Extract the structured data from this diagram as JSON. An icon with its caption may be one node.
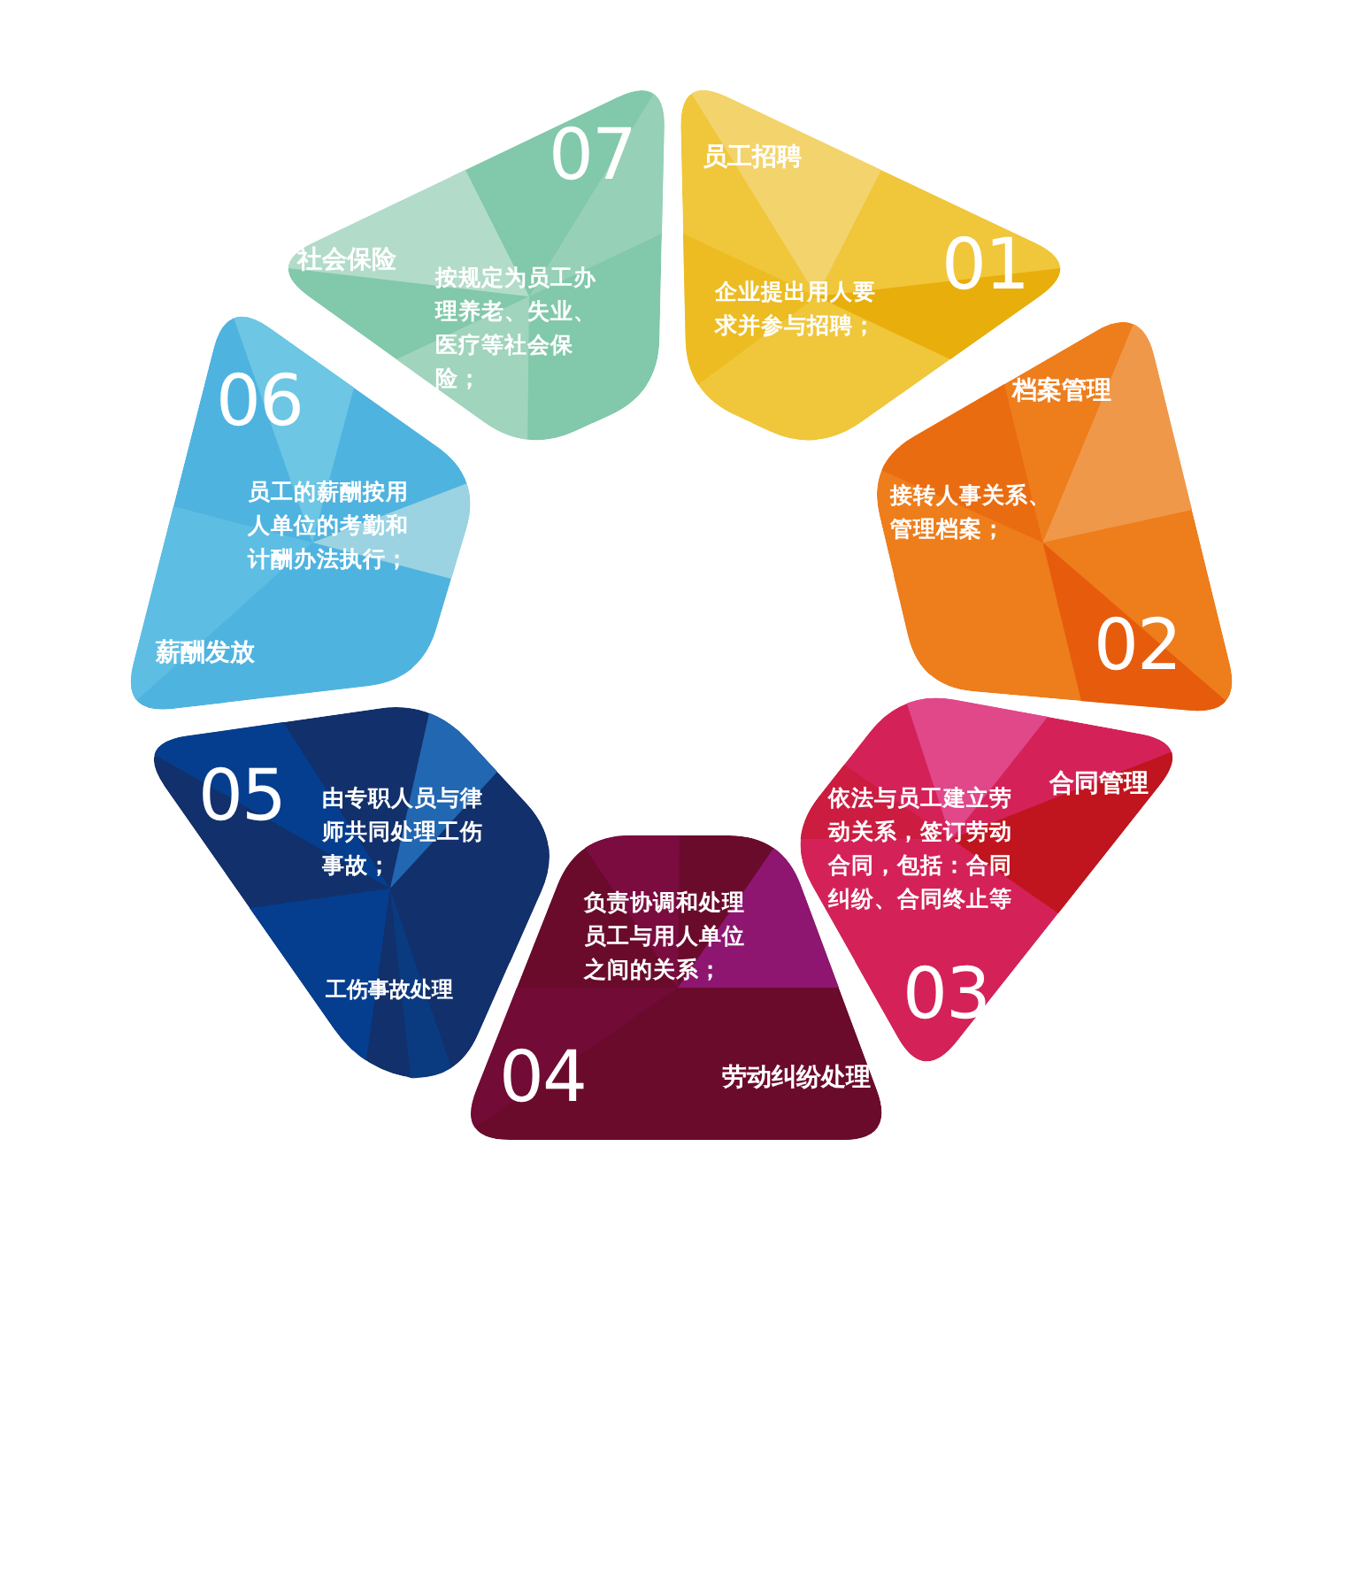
{
  "diagram": {
    "nodes": [
      {
        "text": [
          "员工招聘",
          "01",
          "企业提出用人要求并参与招聘；"
        ]
      },
      {
        "text": [
          "档案管理",
          "接转人事关系、管理档案；",
          "02"
        ]
      },
      {
        "text": [
          "合同管理",
          "依法与员工建立劳动关系，签订劳动合同，包括：合同纠纷、合同终止等",
          "03"
        ]
      },
      {
        "text": [
          "负责协调和处理员工与用人单位之间的关系；",
          "04",
          "劳动纠纷处理"
        ]
      },
      {
        "text": [
          "05",
          "由专职人员与律师共同处理工伤事故；",
          "工伤事故处理"
        ]
      },
      {
        "text": [
          "06",
          "员工的薪酬按用人单位的考勤和计酬办法执行；",
          "薪酬发放"
        ]
      },
      {
        "text": [
          "07",
          "社会保险",
          "按规定为员工办理养老、失业、医疗等社会保险；"
        ]
      }
    ]
  }
}
